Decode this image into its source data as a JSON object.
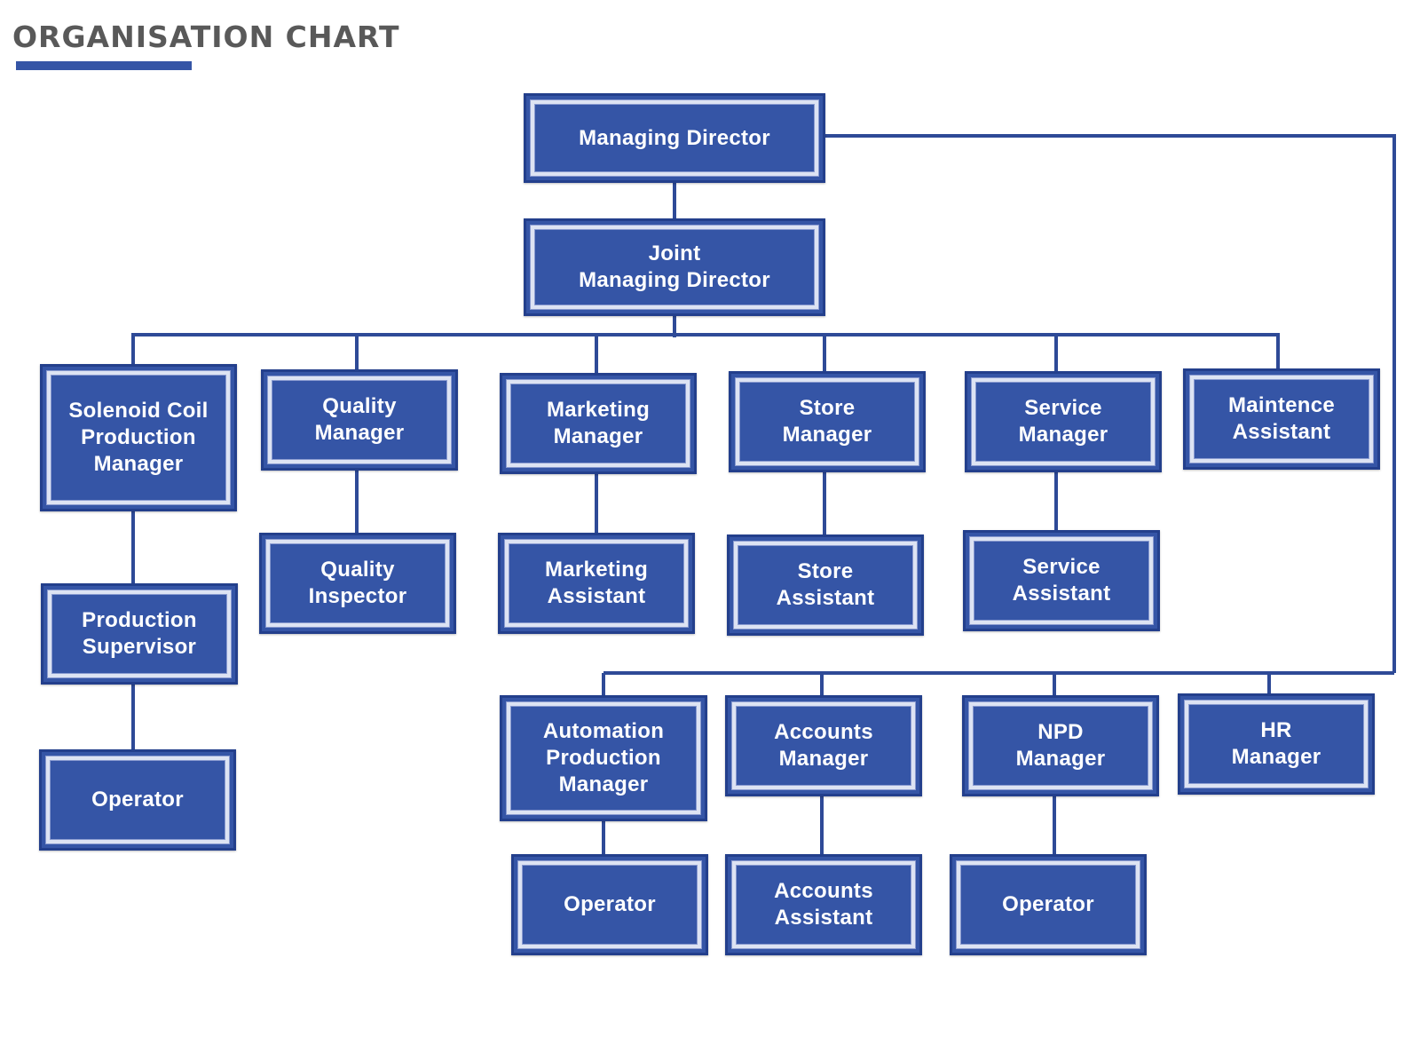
{
  "title": "ORGANISATION CHART",
  "colors": {
    "box_fill": "#3555A6",
    "box_border": "#233F8C",
    "line": "#2E4A97",
    "title_text": "#595959"
  },
  "nodes": {
    "md": "Managing Director",
    "jmd": "Joint\nManaging Director",
    "solenoid_mgr": "Solenoid Coil\nProduction\nManager",
    "prod_supervisor": "Production\nSupervisor",
    "operator_1": "Operator",
    "quality_mgr": "Quality\nManager",
    "quality_inspector": "Quality\nInspector",
    "marketing_mgr": "Marketing\nManager",
    "marketing_asst": "Marketing\nAssistant",
    "store_mgr": "Store\nManager",
    "store_asst": "Store\nAssistant",
    "service_mgr": "Service\nManager",
    "service_asst": "Service\nAssistant",
    "maint_asst": "Maintence\nAssistant",
    "auto_mgr": "Automation\nProduction\nManager",
    "operator_2": "Operator",
    "accounts_mgr": "Accounts\nManager",
    "accounts_asst": "Accounts\nAssistant",
    "npd_mgr": "NPD\nManager",
    "operator_3": "Operator",
    "hr_mgr": "HR\nManager"
  }
}
